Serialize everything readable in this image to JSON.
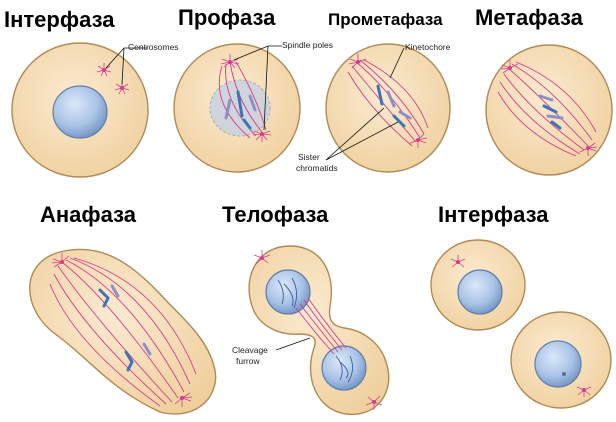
{
  "phases": {
    "interphase_1": "Інтерфаза",
    "prophase": "Профаза",
    "prometaphase": "Прометафаза",
    "metaphase": "Метафаза",
    "anaphase": "Анафаза",
    "telophase": "Телофаза",
    "interphase_2": "Інтерфаза"
  },
  "labels": {
    "centrosomes": "Centrosomes",
    "spindle_poles": "Spindle poles",
    "kinetochore": "Kinetochore",
    "sister_chromatids_1": "Sister",
    "sister_chromatids_2": "chromatids",
    "cleavage_furrow_1": "Cleavage",
    "cleavage_furrow_2": "furrow"
  },
  "colors": {
    "cytoplasm": "#f4d9ad",
    "nucleus": "#a9c3e6",
    "spindle": "#d63a8e",
    "chromosome": "#3f73b8"
  }
}
